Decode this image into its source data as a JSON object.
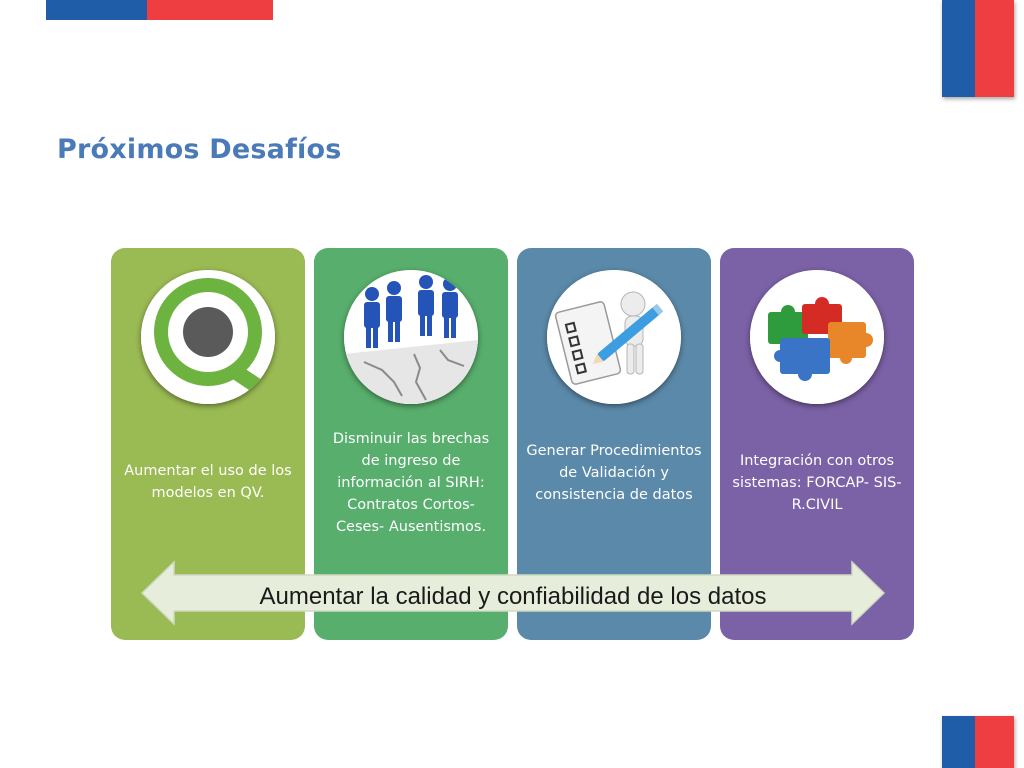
{
  "slide": {
    "title": "Próximos Desafíos"
  },
  "cards": [
    {
      "text": "Aumentar el uso de los modelos en QV.",
      "icon": "qlikview-logo-icon",
      "color": "#9aba53"
    },
    {
      "text": "Disminuir las brechas de ingreso de información al SIRH: Contratos Cortos- Ceses- Ausentismos.",
      "icon": "people-on-cracked-ground-icon",
      "color": "#58ae6c"
    },
    {
      "text": "Generar Procedimientos de Validación y consistencia de datos",
      "icon": "checklist-pencil-figure-icon",
      "color": "#5b89a9"
    },
    {
      "text": "Integración con otros sistemas: FORCAP- SIS- R.CIVIL",
      "icon": "puzzle-pieces-icon",
      "color": "#7b61a5"
    }
  ],
  "banner": {
    "text": "Aumentar la calidad y confiabilidad de los datos"
  },
  "colors": {
    "flag_blue": "#1f5da8",
    "flag_red": "#ef3e42",
    "title": "#4a7ab8",
    "arrow_fill": "#e6eedb"
  }
}
